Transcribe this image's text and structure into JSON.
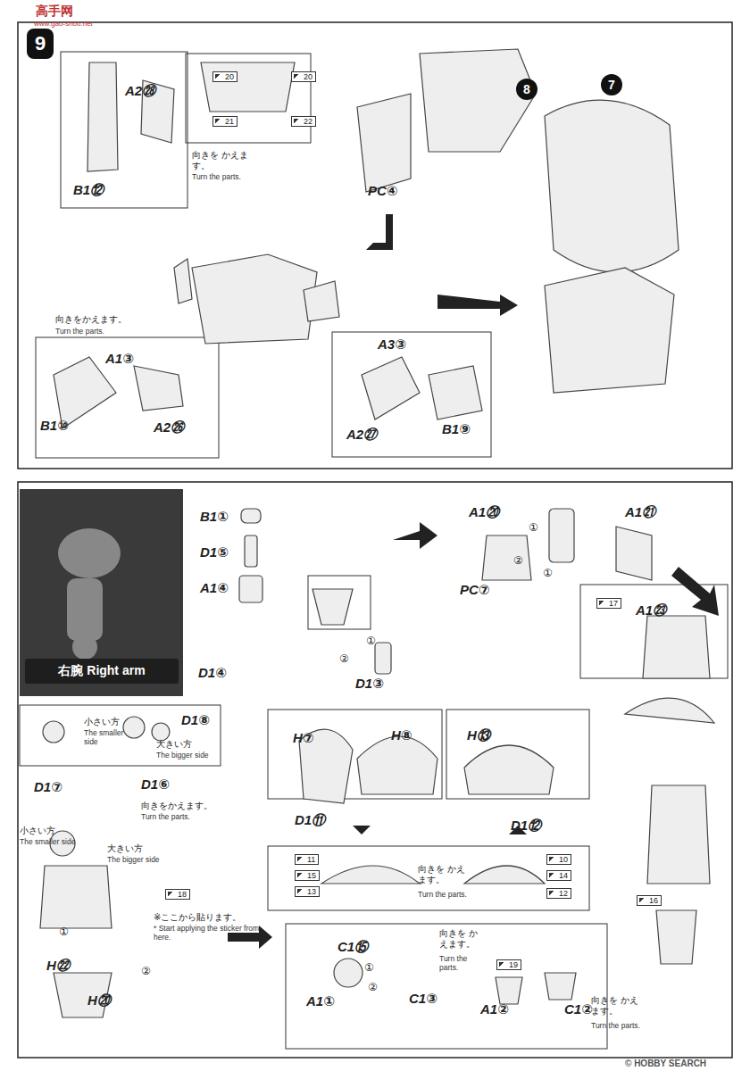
{
  "diagram": {
    "nodes": [
      {
        "text": [
          "9"
        ]
      },
      {
        "text": [
          "8"
        ]
      },
      {
        "text": [
          "7"
        ]
      },
      {
        "text": [
          "右腕 Right arm"
        ]
      }
    ],
    "labels": [
      "高手网",
      "www.gao-shou.net",
      "A2㉘",
      "B1⑫",
      "20",
      "20",
      "21",
      "22",
      "向きを かえます。",
      "Turn the parts.",
      "PC④",
      "向きをかえます。",
      "Turn the parts.",
      "A1③",
      "A2㉖",
      "B1⑩",
      "A3③",
      "A2㉗",
      "B1⑨",
      "B1①",
      "D1⑤",
      "A1④",
      "②",
      "①",
      "D1④",
      "D1③",
      "A1⑳",
      "A1㉑",
      "①",
      "②",
      "①",
      "PC⑦",
      "17",
      "A1㉓",
      "小さい方",
      "The smaller side",
      "D1⑧",
      "大きい方",
      "The bigger side",
      "D1⑦",
      "D1⑥",
      "向きをかえます。",
      "Turn the parts.",
      "小さい方",
      "The smaller side",
      "大きい方",
      "The bigger side",
      "18",
      "※ここから貼ります。",
      "* Start applying the sticker from here.",
      "①",
      "H㉒",
      "②",
      "H⑳",
      "H⑦",
      "H⑧",
      "D1⑪",
      "H⑬",
      "D1⑫",
      "11",
      "15",
      "13",
      "向きを かえます。",
      "Turn the parts.",
      "10",
      "14",
      "12",
      "C1⑮",
      "①",
      "②",
      "A1①",
      "C1③",
      "向きを かえます。",
      "Turn the parts.",
      "19",
      "A1②",
      "C1②",
      "16",
      "向きを かえます。",
      "Turn the parts.",
      "© HOBBY SEARCH"
    ]
  }
}
